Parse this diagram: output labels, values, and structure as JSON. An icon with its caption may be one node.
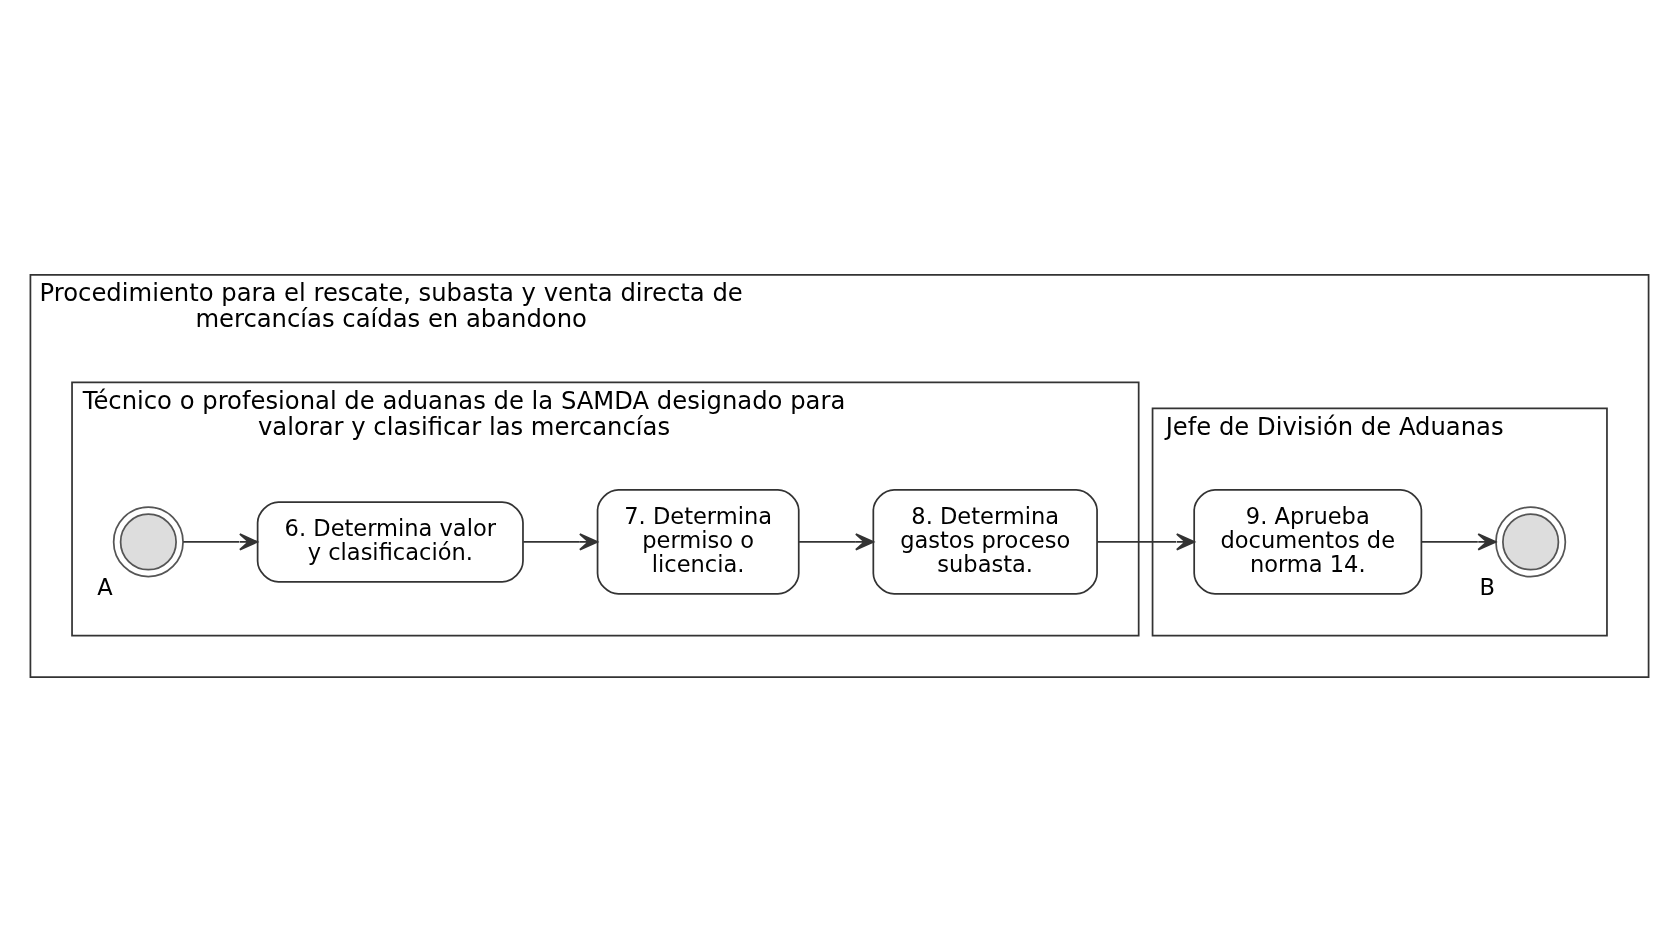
{
  "diagram": {
    "nodes": [
      {
        "text": [
          "Procedimiento para el rescate, subasta y venta directa de mercancías caídas en abandono"
        ]
      },
      {
        "text": [
          "Técnico o profesional de aduanas de la SAMDA designado para valorar y clasificar las mercancías"
        ],
        "in": 0
      },
      {
        "text": [
          "Jefe de División de Aduanas"
        ],
        "in": 0
      },
      {
        "text": [],
        "shape": "circle",
        "beside": [
          "A"
        ],
        "in": 1
      },
      {
        "text": [
          "6. Determina valor y clasificación."
        ],
        "in": 1
      },
      {
        "text": [
          "7. Determina permiso o licencia."
        ],
        "in": 1
      },
      {
        "text": [
          "8. Determina gastos proceso subasta."
        ],
        "in": 1
      },
      {
        "text": [
          "9. Aprueba documentos de norma 14."
        ],
        "in": 2
      },
      {
        "text": [],
        "shape": "circle",
        "beside": [
          "B"
        ],
        "in": 2
      }
    ],
    "edges": [
      {
        "from": 3,
        "to": 4,
        "arrow": "to"
      },
      {
        "from": 4,
        "to": 5,
        "arrow": "to"
      },
      {
        "from": 5,
        "to": 6,
        "arrow": "to"
      },
      {
        "from": 6,
        "to": 7,
        "arrow": "to"
      },
      {
        "from": 7,
        "to": 8,
        "arrow": "to"
      }
    ]
  }
}
